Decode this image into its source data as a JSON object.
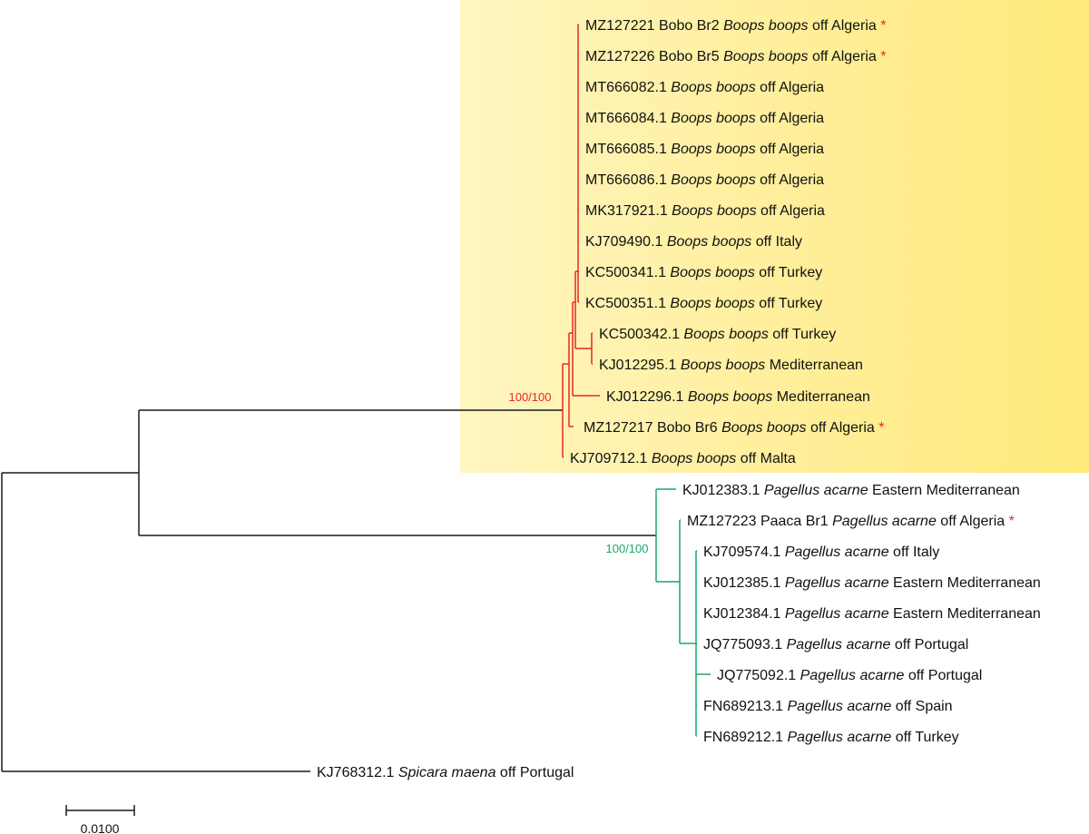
{
  "colors": {
    "boops_clade": "#e8262b",
    "pagellus_clade": "#1aa866",
    "outgroup": "#1a1a1a",
    "star": "#e8262b",
    "highlight_from": "#fff5c0",
    "highlight_to": "#ffe97a"
  },
  "clades": {
    "boops": {
      "support": "100/100",
      "taxa": [
        {
          "acc": "MZ127221 Bobo Br2",
          "species": "Boops boops",
          "loc": "off Algeria",
          "star": "*"
        },
        {
          "acc": "MZ127226 Bobo Br5",
          "species": "Boops boops",
          "loc": "off Algeria",
          "star": "*"
        },
        {
          "acc": "MT666082.1",
          "species": "Boops boops",
          "loc": "off Algeria",
          "star": ""
        },
        {
          "acc": "MT666084.1",
          "species": "Boops boops",
          "loc": "off Algeria",
          "star": ""
        },
        {
          "acc": "MT666085.1",
          "species": "Boops boops",
          "loc": "off Algeria",
          "star": ""
        },
        {
          "acc": "MT666086.1",
          "species": "Boops boops",
          "loc": "off Algeria",
          "star": ""
        },
        {
          "acc": "MK317921.1",
          "species": "Boops boops",
          "loc": "off Algeria",
          "star": ""
        },
        {
          "acc": "KJ709490.1",
          "species": "Boops boops",
          "loc": "off Italy",
          "star": ""
        },
        {
          "acc": "KC500341.1",
          "species": "Boops boops",
          "loc": "off Turkey",
          "star": ""
        },
        {
          "acc": "KC500351.1",
          "species": "Boops boops",
          "loc": "off Turkey",
          "star": ""
        },
        {
          "acc": "KC500342.1",
          "species": "Boops boops",
          "loc": "off Turkey",
          "star": ""
        },
        {
          "acc": "KJ012295.1",
          "species": "Boops boops",
          "loc": "Mediterranean",
          "star": ""
        },
        {
          "acc": "KJ012296.1",
          "species": "Boops boops",
          "loc": "Mediterranean",
          "star": ""
        },
        {
          "acc": "MZ127217 Bobo Br6",
          "species": "Boops boops",
          "loc": "off Algeria",
          "star": "*"
        },
        {
          "acc": "KJ709712.1",
          "species": "Boops boops",
          "loc": "off Malta",
          "star": ""
        }
      ]
    },
    "pagellus": {
      "support": "100/100",
      "taxa": [
        {
          "acc": "KJ012383.1",
          "species": "Pagellus acarne",
          "loc": "Eastern Mediterranean",
          "star": ""
        },
        {
          "acc": "MZ127223 Paaca Br1",
          "species": "Pagellus acarne",
          "loc": "off Algeria",
          "star": "*"
        },
        {
          "acc": "KJ709574.1",
          "species": "Pagellus acarne",
          "loc": "off Italy",
          "star": ""
        },
        {
          "acc": "KJ012385.1",
          "species": "Pagellus acarne",
          "loc": "Eastern Mediterranean",
          "star": ""
        },
        {
          "acc": "KJ012384.1",
          "species": "Pagellus acarne",
          "loc": "Eastern Mediterranean",
          "star": ""
        },
        {
          "acc": "JQ775093.1",
          "species": "Pagellus acarne",
          "loc": "off Portugal",
          "star": ""
        },
        {
          "acc": "JQ775092.1",
          "species": "Pagellus acarne",
          "loc": "off Portugal",
          "star": ""
        },
        {
          "acc": "FN689213.1",
          "species": "Pagellus acarne",
          "loc": "off Spain",
          "star": ""
        },
        {
          "acc": "FN689212.1",
          "species": "Pagellus acarne",
          "loc": "off Turkey",
          "star": ""
        }
      ]
    },
    "outgroup": {
      "taxa": [
        {
          "acc": "KJ768312.1",
          "species": "Spicara maena",
          "loc": "off Portugal",
          "star": ""
        }
      ]
    }
  },
  "scale_bar": {
    "label": "0.0100"
  }
}
